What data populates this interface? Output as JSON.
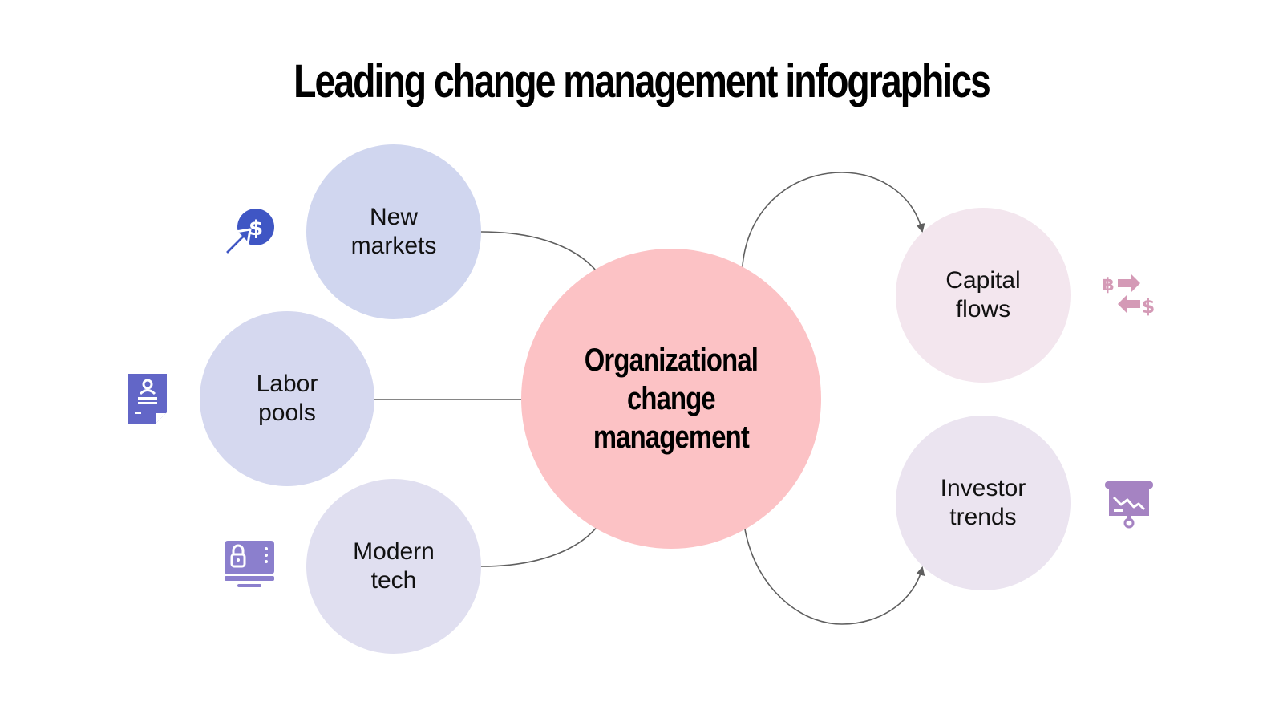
{
  "title": "Leading change management infographics",
  "center": {
    "lines": [
      "Organizational",
      "change",
      "management"
    ],
    "color": "#fcc2c5"
  },
  "left_nodes": [
    {
      "lines": [
        "New",
        "markets"
      ],
      "color": "#d0d6ef",
      "icon": "dollar-growth-arrow-icon",
      "icon_color": "#3f56c4"
    },
    {
      "lines": [
        "Labor",
        "pools"
      ],
      "color": "#d5d8ef",
      "icon": "resume-document-icon",
      "icon_color": "#6266c7"
    },
    {
      "lines": [
        "Modern",
        "tech"
      ],
      "color": "#e0dff0",
      "icon": "locked-monitor-icon",
      "icon_color": "#8b7fcd"
    }
  ],
  "right_nodes": [
    {
      "lines": [
        "Capital",
        "flows"
      ],
      "color": "#f3e6ee",
      "icon": "crypto-exchange-icon",
      "icon_color": "#d49ab6"
    },
    {
      "lines": [
        "Investor",
        "trends"
      ],
      "color": "#ebe4f0",
      "icon": "presentation-chart-icon",
      "icon_color": "#a583c2"
    }
  ],
  "connector_color": "#5f5f5f"
}
